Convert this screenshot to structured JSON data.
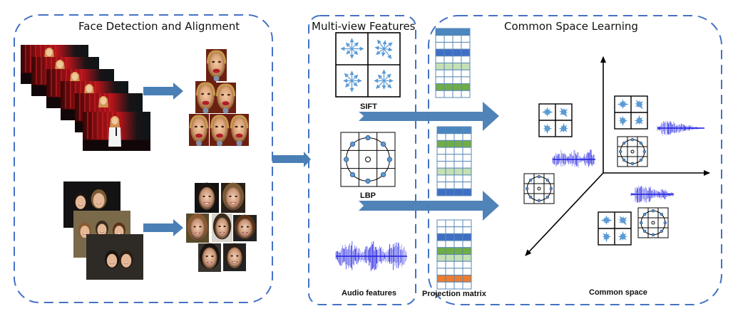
{
  "figure": {
    "panels": [
      {
        "id": "face",
        "title": "Face Detection and Alignment"
      },
      {
        "id": "features",
        "title": "Multi-view Features"
      },
      {
        "id": "common",
        "title": "Common Space Learning"
      }
    ],
    "captions": {
      "sift": "SIFT",
      "lbp": "LBP",
      "audio": "Audio features",
      "projection": "Projection matrix",
      "common_space": "Common space"
    },
    "colors": {
      "dashed_border": "#4472c4",
      "arrow_fill": "#4a7fb5",
      "sift_arrow": "#5b9bd5",
      "matrix_header": "#4a86c0",
      "matrix_border": "#5a89b5",
      "matrix_dark_blue": "#3f6fc5",
      "matrix_green": "#70ad47",
      "matrix_light_green": "#c5e0b4",
      "matrix_orange": "#ed7d31",
      "waveform": "#1f1fe0"
    },
    "matrices": [
      {
        "rows": [
          "header",
          "white",
          "white",
          "dark_blue",
          "white",
          "light_green",
          "white",
          "white",
          "green",
          "white"
        ]
      },
      {
        "rows": [
          "header",
          "white",
          "green",
          "white",
          "white",
          "white",
          "light_green",
          "white",
          "white",
          "dark_blue"
        ]
      },
      {
        "rows": [
          "white",
          "white",
          "dark_blue",
          "white",
          "green",
          "light_green",
          "white",
          "white",
          "orange",
          "white"
        ]
      }
    ],
    "image_groups": [
      {
        "name": "video-frames",
        "description": "stack of 6 concert video frames"
      },
      {
        "name": "aligned-video-faces",
        "description": "6 aligned face crops from video"
      },
      {
        "name": "photo-collection",
        "description": "3 overlapping group photos"
      },
      {
        "name": "aligned-photo-faces",
        "description": "7 aligned face crops from photos"
      }
    ],
    "common_space_clusters": [
      {
        "items": [
          "sift"
        ]
      },
      {
        "items": [
          "audio",
          "lbp"
        ]
      },
      {
        "items": [
          "sift",
          "audio",
          "lbp"
        ]
      },
      {
        "items": [
          "audio",
          "lbp",
          "sift"
        ]
      }
    ]
  }
}
